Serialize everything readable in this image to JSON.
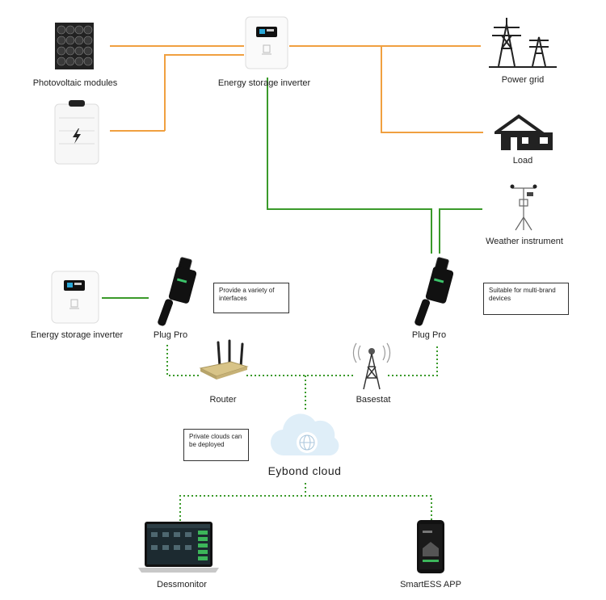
{
  "nodes": {
    "pv": "Photovoltaic modules",
    "inverter_top": "Energy storage inverter",
    "grid": "Power grid",
    "load": "Load",
    "weather": "Weather instrument",
    "inverter_left": "Energy storage inverter",
    "plug_left": "Plug Pro",
    "plug_right": "Plug Pro",
    "router": "Router",
    "basestat": "Basestat",
    "cloud": "Eybond cloud",
    "dessmonitor": "Dessmonitor",
    "app": "SmartESS APP"
  },
  "notes": {
    "interfaces": "Provide a variety of interfaces",
    "multibrand": "Suitable for multi-brand devices",
    "private": "Private clouds can be deployed"
  },
  "colors": {
    "power_line": "#f0a040",
    "data_line": "#3a9a2a",
    "dotted_line": "#3a9a2a"
  }
}
